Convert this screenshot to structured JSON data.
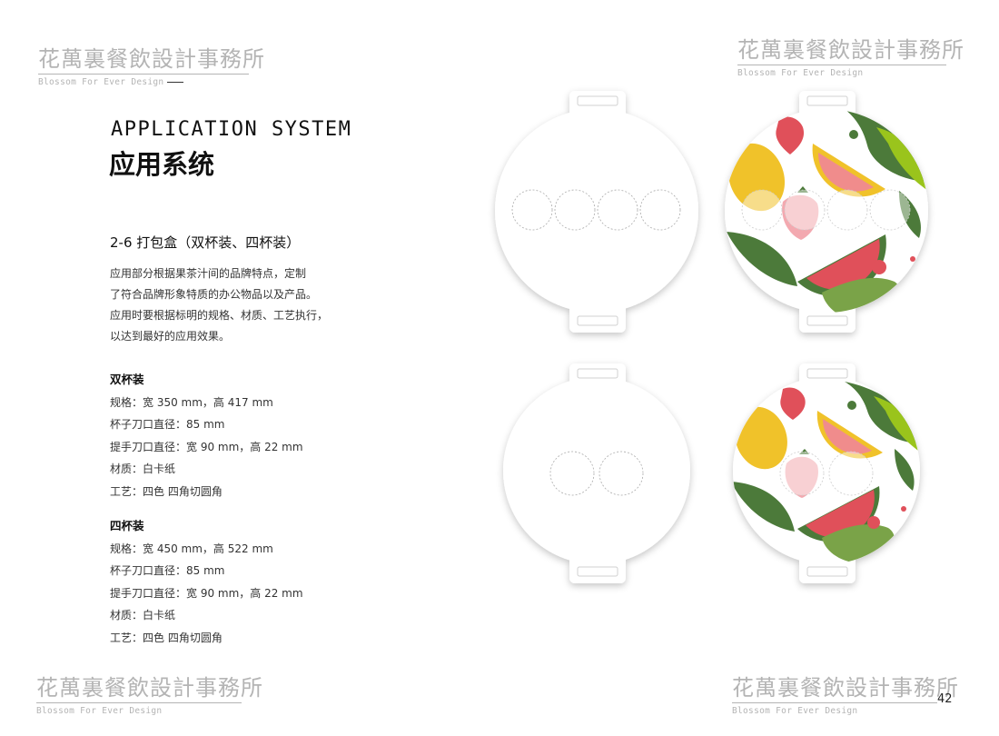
{
  "watermark": {
    "cn": "花萬裏餐飲設計事務所",
    "en": "Blossom For Ever Design"
  },
  "heading": {
    "en": "APPLICATION SYSTEM",
    "cn": "应用系统"
  },
  "section_title": "2-6 打包盒（双杯装、四杯装）",
  "intro": [
    "应用部分根据果茶汁间的品牌特点，定制",
    "了符合品牌形象特质的办公物品以及产品。",
    "应用时要根据标明的规格、材质、工艺执行，",
    "以达到最好的应用效果。"
  ],
  "double": {
    "title": "双杯装",
    "lines": [
      "规格：宽 350 mm，高 417 mm",
      "杯子刀口直径：85 mm",
      "提手刀口直径：宽 90 mm，高 22 mm",
      "材质：白卡纸",
      "工艺：四色  四角切圆角"
    ]
  },
  "quad": {
    "title": "四杯装",
    "lines": [
      "规格：宽 450 mm，高 522 mm",
      "杯子刀口直径：85 mm",
      "提手刀口直径：宽 90 mm，高 22 mm",
      "材质：白卡纸",
      "工艺：四色  四角切圆角"
    ]
  },
  "page_number": "42",
  "colors": {
    "watermark": "#b4b4b4",
    "yellow": "#f0c22a",
    "red": "#e0505a",
    "pink": "#f3a9b0",
    "green_dark": "#4c7a3a",
    "green_light": "#9ac41c"
  }
}
